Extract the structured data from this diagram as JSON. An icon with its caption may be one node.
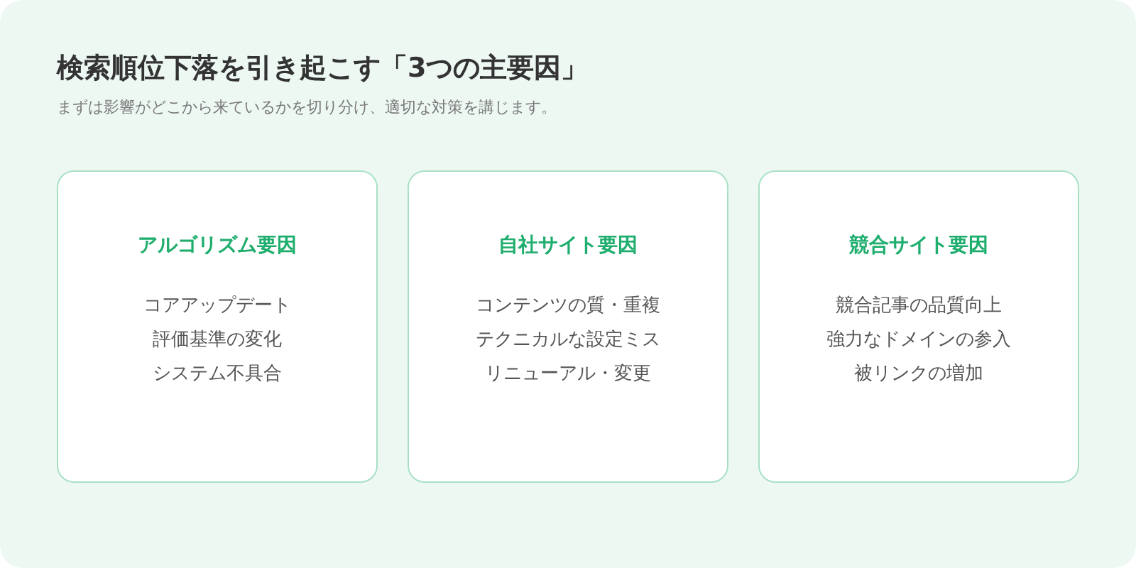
{
  "diagram": {
    "title": "検索順位下落を引き起こす「3つの主要因」",
    "nodes": [
      {
        "text": [
          "アルゴリズム要因",
          "コアアップデート",
          "評価基準の変化",
          "システム不具合"
        ]
      },
      {
        "text": [
          "自社サイト要因",
          "コンテンツの質・重複",
          "テクニカルな設定ミス",
          "リニューアル・変更"
        ]
      },
      {
        "text": [
          "競合サイト要因",
          "競合記事の品質向上",
          "強力なドメインの参入",
          "被リンクの増加"
        ]
      }
    ],
    "labels": [
      "まずは影響がどこから来ているかを切り分け、適切な対策を講じます。"
    ]
  }
}
